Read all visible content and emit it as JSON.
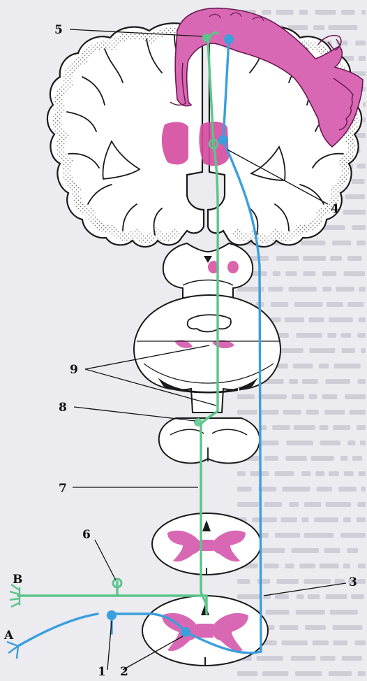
{
  "colors": {
    "page": "#ecebf0",
    "bleed": "#b9b7c4",
    "brain_fill": "#ffffff",
    "outline": "#1a1a1a",
    "dots": "#7a7a7a",
    "nucleus": "#d54a9e",
    "cortex_pink": "#d968b4",
    "green_path": "#5cc48a",
    "blue_path": "#3a9fdc",
    "label_line": "#111111"
  },
  "labels": {
    "n1": "1",
    "n2": "2",
    "n3": "3",
    "n4": "4",
    "n5": "5",
    "n6": "6",
    "n7": "7",
    "n8": "8",
    "n9": "9",
    "A": "A",
    "B": "В"
  }
}
